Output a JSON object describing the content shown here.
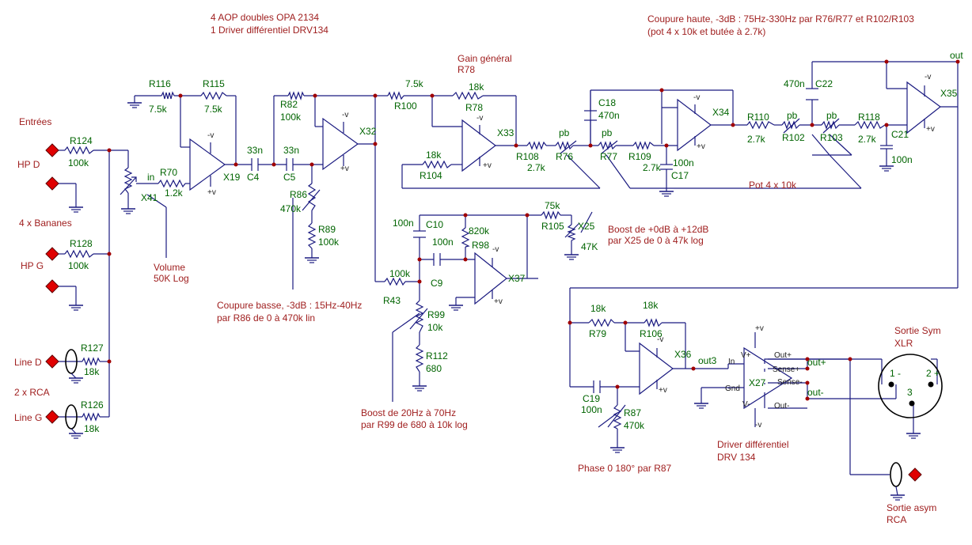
{
  "colors": {
    "wire": "#1a1a80",
    "component_label": "#006400",
    "annotation": "#a02020",
    "connector": "#e00000",
    "node": "#a00000"
  },
  "notes": {
    "aop_1": "4 AOP doubles OPA 2134",
    "aop_2": "1 Driver différentiel DRV134",
    "cutoff_high_1": "Coupure haute, -3dB : 75Hz-330Hz par R76/R77 et R102/R103",
    "cutoff_high_2": "(pot 4 x 10k et butée à 2.7k)",
    "gain_1": "Gain général",
    "gain_2": "R78",
    "entrees": "Entrées",
    "bananes": "4 x Bananes",
    "rca_in": "2 x RCA",
    "volume_1": "Volume",
    "volume_2": "50K Log",
    "cut_low_1": "Coupure basse, -3dB : 15Hz-40Hz",
    "cut_low_2": "par R86 de 0 à 470k lin",
    "pot4": "Pot 4 x 10k",
    "boost12_1": "Boost de +0dB à +12dB",
    "boost12_2": "par X25 de 0 à 47k log",
    "boost20_1": "Boost de 20Hz à 70Hz",
    "boost20_2": "par R99 de 680 à 10k log",
    "phase": "Phase 0 180° par R87",
    "drv_1": "Driver différentiel",
    "drv_2": "DRV 134",
    "sortie_sym_1": "Sortie Sym",
    "sortie_sym_2": "XLR",
    "sortie_asym_1": "Sortie asym",
    "sortie_asym_2": "RCA"
  },
  "inputs": {
    "hp_d": "HP D",
    "hp_g": "HP G",
    "line_d": "Line D",
    "line_g": "Line G"
  },
  "labels": {
    "R124": "R124",
    "R124_v": "100k",
    "R128": "R128",
    "R128_v": "100k",
    "R127": "R127",
    "R127_v": "18k",
    "R126": "R126",
    "R126_v": "18k",
    "X41": "X41",
    "in": "in",
    "R70": "R70",
    "R70_v": "1.2k",
    "R116": "R116",
    "R116_v": "7.5k",
    "R115": "R115",
    "R115_v": "7.5k",
    "X19": "X19",
    "C4": "C4",
    "C4_v": "33n",
    "C5": "C5",
    "C5_v": "33n",
    "R82": "R82",
    "R82_v": "100k",
    "X32": "X32",
    "R86": "R86",
    "R86_v": "470k",
    "R89": "R89",
    "R89_v": "100k",
    "R100": "R100",
    "R100_v": "7.5k",
    "R78": "R78",
    "R78_v": "18k",
    "X33": "X33",
    "R104": "R104",
    "R104_v": "18k",
    "R108": "R108",
    "R108_v": "2.7k",
    "R76": "R76",
    "R76_pb": "pb",
    "R77": "R77",
    "R77_pb": "pb",
    "C18": "C18",
    "C18_v": "470n",
    "R109": "R109",
    "R109_v": "2.7k",
    "C17": "C17",
    "C17_v": "100n",
    "X34": "X34",
    "R110": "R110",
    "R110_v": "2.7k",
    "R102": "R102",
    "R102_pb": "pb",
    "R103": "R103",
    "R103_pb": "pb",
    "C22": "C22",
    "C22_v": "470n",
    "R118": "R118",
    "R118_v": "2.7k",
    "C21": "C21",
    "C21_v": "100n",
    "X35": "X35",
    "out": "out",
    "C10": "C10",
    "C10_v": "100n",
    "R98_v": "820k",
    "R98": "R98",
    "C9_v": "100n",
    "C9": "C9",
    "X37": "X37",
    "R43_v": "100k",
    "R43": "R43",
    "R99": "R99",
    "R99_v": "10k",
    "R112": "R112",
    "R112_v": "680",
    "R105_v": "75k",
    "R105": "R105",
    "X25": "X25",
    "X25_v": "47K",
    "R79_v": "18k",
    "R79": "R79",
    "R106_v": "18k",
    "R106": "R106",
    "X36": "X36",
    "out3": "out3",
    "C19": "C19",
    "C19_v": "100n",
    "R87": "R87",
    "R87_v": "470k",
    "X27": "X27",
    "drv_in": "In",
    "drv_gnd": "Gnd",
    "drv_vp": "V+",
    "drv_vm": "V-",
    "drv_outp": "Out+",
    "drv_outm": "Out-",
    "drv_sensep": "Sense+",
    "drv_sensem": "Sense-",
    "outp": "out+",
    "outm": "out-",
    "xlr_1": "1 -",
    "xlr_2": "2 +",
    "xlr_3": "3",
    "minus_v": "-v",
    "plus_v": "+v",
    "op_minus": "-",
    "op_plus": "+"
  }
}
